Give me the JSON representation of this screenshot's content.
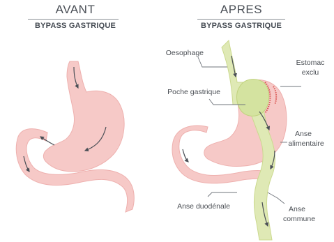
{
  "before": {
    "title": "AVANT",
    "subtitle": "BYPASS GASTRIQUE"
  },
  "after": {
    "title": "APRES",
    "subtitle": "BYPASS GASTRIQUE"
  },
  "labels": {
    "oesophage": "Oesophage",
    "estomac_exclu_1": "Estomac",
    "estomac_exclu_2": "exclu",
    "poche_gastrique": "Poche gastrique",
    "anse_alimentaire_1": "Anse",
    "anse_alimentaire_2": "alimentaire",
    "anse_duodenale": "Anse duodénale",
    "anse_commune_1": "Anse",
    "anse_commune_2": "commune"
  },
  "colors": {
    "stomach_fill": "#f6c9c7",
    "stomach_edge": "#eeb0ae",
    "limb_green": "#dfe9b5",
    "pouch_green": "#d4e3a0",
    "staple_red": "#d9534f",
    "arrow": "#4a4f56",
    "leader": "#6f747b"
  }
}
